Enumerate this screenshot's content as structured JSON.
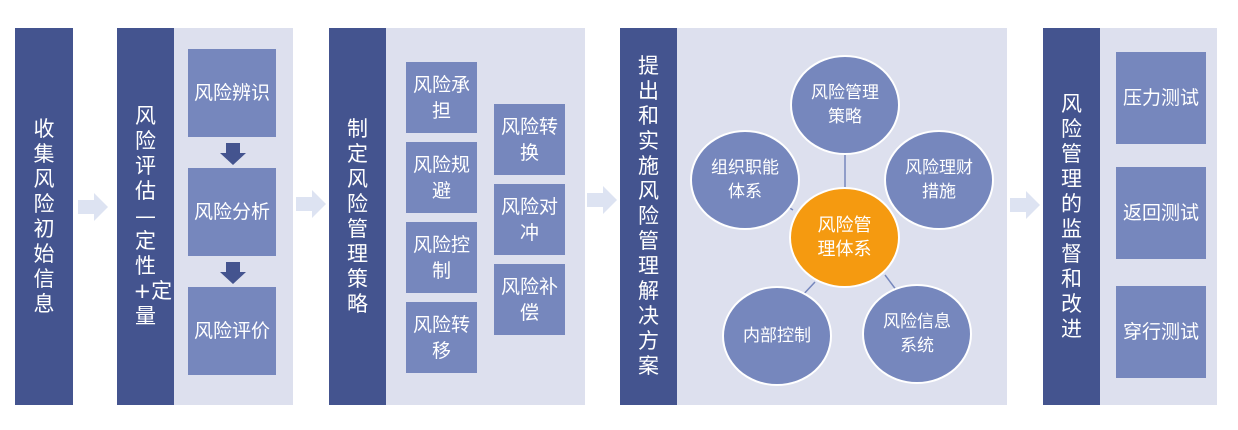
{
  "col1": {
    "label": "收集风险初始信息"
  },
  "col2": {
    "label": "风险评估—定性+定量",
    "boxes": [
      "风险辨识",
      "风险分析",
      "风险评价"
    ]
  },
  "col3": {
    "label": "制定风险管理策略",
    "left_boxes": [
      "风险承担",
      "风险规避",
      "风险控制",
      "风险转移"
    ],
    "right_boxes": [
      "风险转换",
      "风险对冲",
      "风险补偿"
    ]
  },
  "col4": {
    "label": "提出和实施风险管理解决方案",
    "center": "风险管理体系",
    "satellites": [
      "风险管理策略",
      "风险理财措施",
      "风险信息系统",
      "内部控制",
      "组织职能体系"
    ]
  },
  "col5": {
    "label": "风险管理的监督和改进",
    "boxes": [
      "压力测试",
      "返回测试",
      "穿行测试"
    ]
  },
  "colors": {
    "bar": "#44548f",
    "box": "#7687bd",
    "panel": "#dde0ee",
    "center": "#f59a10",
    "arrow": "#dde3f2"
  }
}
